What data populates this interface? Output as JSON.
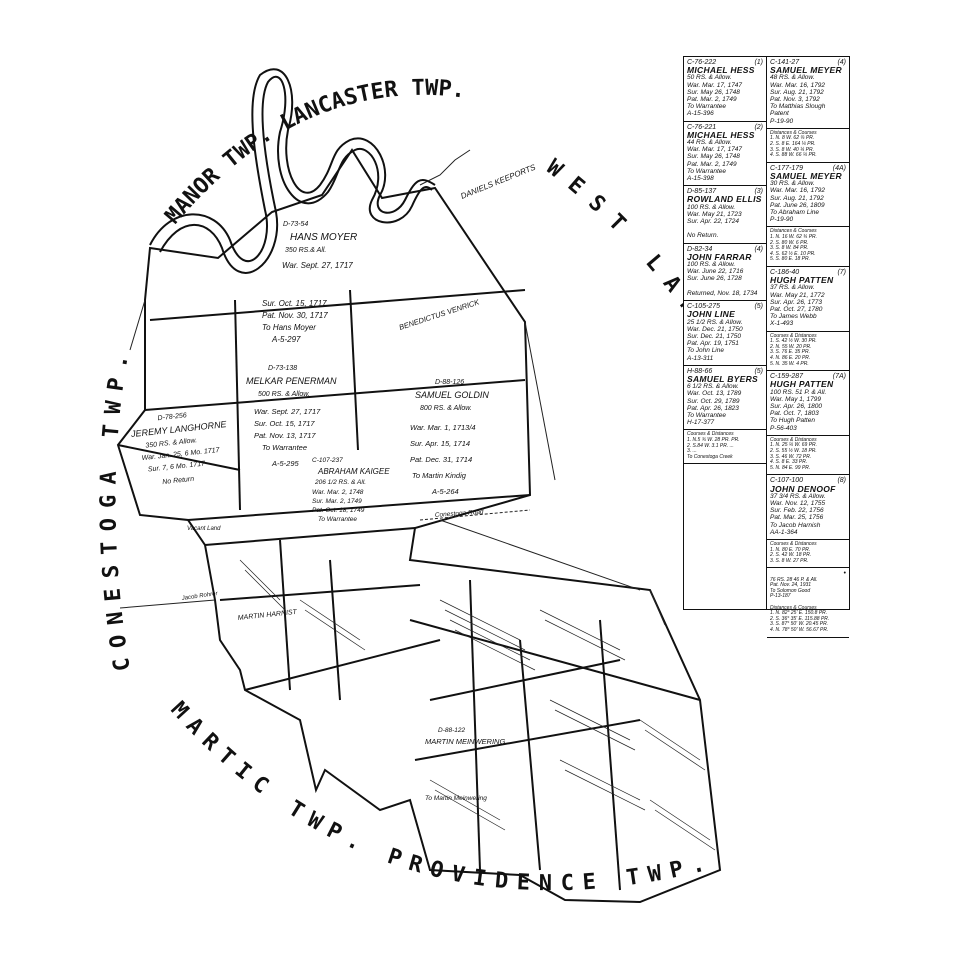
{
  "boundary_labels": {
    "top": "MANOR TWP. LANCASTER TWP.",
    "right": "WEST LAMPETER TWP.",
    "left": "CONESTOGA TWP.",
    "bottom": "MARTIC TWP. PROVIDENCE TWP."
  },
  "tract_labels": {
    "moyer": {
      "id": "D-73-54",
      "name": "HANS MOYER",
      "acres": "350 RS.& All.",
      "war": "War. Sept. 27, 1717",
      "sur": "Sur. Oct. 15, 1717",
      "pat": "Pat. Nov. 30, 1717",
      "to": "To Hans Moyer",
      "ref": "A-5-297"
    },
    "peneman": {
      "id": "D-73-138",
      "name": "MELKAR PENERMAN",
      "acres": "500 RS. & Allow.",
      "war": "War. Sept. 27, 1717",
      "sur": "Sur. Oct. 15, 1717",
      "pat": "Pat. Nov. 13, 1717",
      "to": "To Warrantee",
      "ref": "A-5-295"
    },
    "goldin": {
      "id": "D-88-126",
      "name": "SAMUEL GOLDIN",
      "acres": "800 RS. & Allow.",
      "war": "War. Mar. 1, 1713/4",
      "sur": "Sur. Apr. 15, 1714",
      "pat": "Pat. Dec. 31, 1714",
      "to": "To Martin Kindig",
      "ref": "A-5-264"
    },
    "langhorne": {
      "id": "D-78-256",
      "name": "JEREMY LANGHORNE",
      "acres": "350 RS. & Allow.",
      "war": "War. Jan. 25, 6 Mo. 1717",
      "sur": "Sur. 7, 6 Mo. 1717",
      "ret": "No Return"
    },
    "kaigee": {
      "id": "C-107-237",
      "name": "ABRAHAM KAIGEE",
      "acres": "206 1/2 RS. & All.",
      "war": "War. Mar. 2, 1748",
      "sur": "Sur. Mar. 2, 1749",
      "pat": "Pat. Oct. 18, 1749",
      "to": "To Warrantee"
    },
    "martin": {
      "id": "D-88-122",
      "name": "MARTIN MEINWERING",
      "to": "To Martin Meinwering"
    },
    "daniels": "DANIELS KEEPORTS",
    "benedictus": "BENEDICTUS VENRICK",
    "harnist": "MARTIN HARNIST",
    "jacob": "Jacob Rohrer",
    "conestoga_road": "Conestoga Road",
    "vacant": "Vacant Land"
  },
  "legend": {
    "left": [
      {
        "id": "C-76-222",
        "num": "(1)",
        "name": "MICHAEL HESS",
        "lines": [
          "50 RS. & Allow.",
          "War. Mar. 17, 1747",
          "Sur. May 26, 1748",
          "Pat. Mar. 2, 1749",
          "To Warrantee",
          "A-15-396"
        ]
      },
      {
        "id": "C-76-221",
        "num": "(2)",
        "name": "MICHAEL HESS",
        "lines": [
          "44 RS. & Allow.",
          "War. Mar. 17, 1747",
          "Sur. May 26, 1748",
          "Pat. Mar. 2, 1749",
          "To Warrantee",
          "A-15-398"
        ]
      },
      {
        "id": "D-85-137",
        "num": "(3)",
        "name": "ROWLAND ELLIS",
        "lines": [
          "100 RS. & Allow.",
          "War. May 21, 1723",
          "Sur. Apr. 22, 1724",
          "",
          "No Return."
        ]
      },
      {
        "id": "D-82-34",
        "num": "(4)",
        "name": "JOHN FARRAR",
        "lines": [
          "100 RS. & Allow.",
          "War. June 22, 1716",
          "Sur. June 26, 1728",
          "",
          "Returned, Nov. 18, 1734"
        ]
      },
      {
        "id": "C-105-275",
        "num": "(5)",
        "name": "JOHN LINE",
        "lines": [
          "25 1/2 RS. & Allow.",
          "War. Dec. 21, 1750",
          "Sur. Dec. 21, 1750",
          "Pat. Apr. 19, 1751",
          "To John Line",
          "A-13-311"
        ]
      },
      {
        "id": "H-88-66",
        "num": "(5)",
        "name": "SAMUEL BYERS",
        "lines": [
          "6 1/2 RS. & Allow.",
          "War. Oct. 13, 1789",
          "Sur. Oct. 29, 1789",
          "Pat. Apr. 26, 1823",
          "To Warrantee",
          "H-17-377"
        ]
      },
      {
        "id": "",
        "num": "",
        "name": "",
        "lines": [
          "Courses & Distances",
          "1. N.5 ¾ W. 28 PR. PR.",
          "2. S.84 W. 3.1 PR. ...",
          "3. ...",
          "To Conestoga Creek"
        ]
      }
    ],
    "right": [
      {
        "id": "C-141-27",
        "num": "(4)",
        "name": "SAMUEL MEYER",
        "lines": [
          "48 RS. & Allow.",
          "War. Mar. 16, 1792",
          "Sur. Aug. 21, 1792",
          "Pat. Nov. 3, 1792",
          "To Matthias Slough",
          "Patent",
          "P-19-90"
        ]
      },
      {
        "id": "",
        "num": "",
        "name": "",
        "lines": [
          "Distances & Courses",
          "1. N. 8 W. 62 ¾ PR.",
          "2. S. 8 E. 164 ¼ PR.",
          "3. S. 8 W. 40 ¼ PR.",
          "4. S. 88 W. 66 ¼ PR."
        ]
      },
      {
        "id": "C-177-179",
        "num": "(4A)",
        "name": "SAMUEL MEYER",
        "lines": [
          "30 RS. & Allow.",
          "War. Mar. 16, 1792",
          "Sur. Aug. 21, 1792",
          "Pat. June 26, 1809",
          "To Abraham Line",
          "P-19-90"
        ]
      },
      {
        "id": "",
        "num": "",
        "name": "",
        "lines": [
          "Distances & Courses",
          "1. N. 16 W. 62 ¾ PR.",
          "2. S. 80 W. 6 PR.",
          "3. S. 8 W. 84 PR.",
          "4. S. 62 ½ E. 10 PR.",
          "5. S. 80 E. 18 PR."
        ]
      },
      {
        "id": "C-186-40",
        "num": "(7)",
        "name": "HUGH PATTEN",
        "lines": [
          "37 RS. & Allow.",
          "War. May 21, 1772",
          "Sur. Apr. 26, 1773",
          "Pat. Oct. 27, 1780",
          "To James Webb",
          "X-1-493"
        ]
      },
      {
        "id": "",
        "num": "",
        "name": "",
        "lines": [
          "Courses & Distances",
          "1. S. 42 ½ W. 30 PR.",
          "2. N. 55 W. 20 PR.",
          "3. S. 76 E. 35 PR.",
          "4. N. 86 E. 20 PR.",
          "5. N. 35 W. 4 PR."
        ]
      },
      {
        "id": "C-159-287",
        "num": "(7A)",
        "name": "HUGH PATTEN",
        "lines": [
          "100 RS. 51 P. & All.",
          "War. May 1, 1799",
          "Sur. Apr. 26, 1800",
          "Pat. Oct. 7, 1803",
          "To Hugh Patten",
          "P-56-403"
        ]
      },
      {
        "id": "",
        "num": "",
        "name": "",
        "lines": [
          "Courses & Distances",
          "1. N. 25 ¼ W. 69 PR.",
          "2. S. 55 ½ W. 18 PR.",
          "3. S. 46 W. 72 PR.",
          "4. S. 8 E. 33 PR.",
          "5. N. 84 E. 99 PR."
        ]
      },
      {
        "id": "C-107-100",
        "num": "(8)",
        "name": "JOHN DENOOF",
        "lines": [
          "37 3/4 RS. & Allow.",
          "War. Nov. 12, 1755",
          "Sur. Feb. 22, 1756",
          "Pat. Mar. 25, 1756",
          "To Jacob Harnish",
          "AA-1-364"
        ]
      },
      {
        "id": "",
        "num": "",
        "name": "",
        "lines": [
          "Courses & Distances",
          "1. N. 80 E. 70 PR.",
          "2. S. 42 W. 18 PR.",
          "3. S. 8 W. 27 PR."
        ]
      },
      {
        "id": "",
        "num": "•",
        "name": "",
        "lines": [
          "76 RS. 28 46 P. & All.",
          "Pat. Nov. 24, 1931",
          "To Solomon Good",
          "P-13-187",
          "",
          "Distances & Courses",
          "1. N. 82° 25' E. 150.8 PR.",
          "2. S. 36° 35' E. 115.88 PR.",
          "3. S. 87° 50' W. 20.45 PR.",
          "4. N. 78° 50' W. 56.67 PR."
        ]
      }
    ]
  },
  "colors": {
    "ink": "#111111",
    "paper": "#ffffff"
  }
}
